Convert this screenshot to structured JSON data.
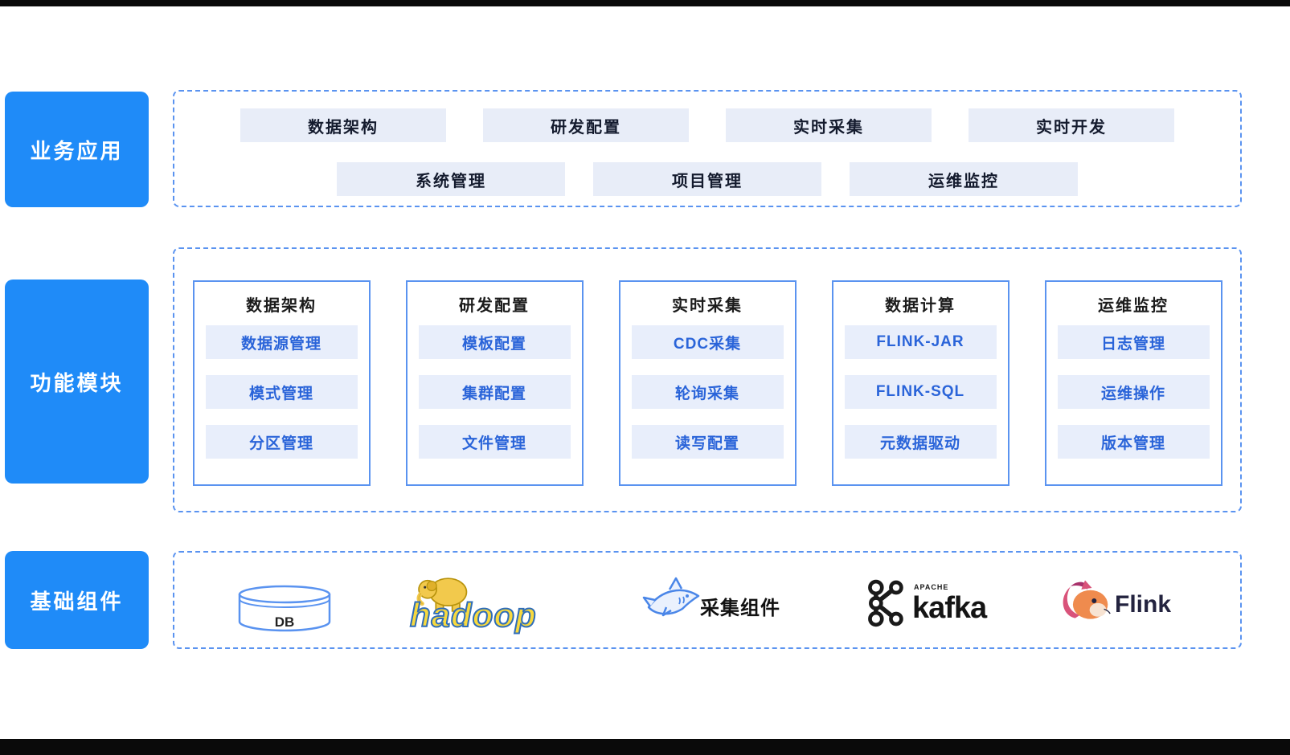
{
  "business": {
    "label": "业务应用",
    "row1": [
      "数据架构",
      "研发配置",
      "实时采集",
      "实时开发"
    ],
    "row2": [
      "系统管理",
      "项目管理",
      "运维监控"
    ]
  },
  "modules": {
    "label": "功能模块",
    "columns": [
      {
        "title": "数据架构",
        "items": [
          "数据源管理",
          "模式管理",
          "分区管理"
        ]
      },
      {
        "title": "研发配置",
        "items": [
          "模板配置",
          "集群配置",
          "文件管理"
        ]
      },
      {
        "title": "实时采集",
        "items": [
          "CDC采集",
          "轮询采集",
          "读写配置"
        ]
      },
      {
        "title": "数据计算",
        "items": [
          "FLINK-JAR",
          "FLINK-SQL",
          "元数据驱动"
        ]
      },
      {
        "title": "运维监控",
        "items": [
          "日志管理",
          "运维操作",
          "版本管理"
        ]
      }
    ]
  },
  "components": {
    "label": "基础组件",
    "db_label": "DB",
    "hadoop_label": "hadoop",
    "collector_label": "采集组件",
    "kafka_apache": "APACHE",
    "kafka_label": "kafka",
    "flink_label": "Flink"
  },
  "colors": {
    "accent_blue": "#1f8bf8",
    "dashed_border": "#5a93f0",
    "button_bg": "#e8edf8",
    "item_bg": "#e8eefb",
    "item_text": "#2a64d9",
    "hadoop_yellow": "#f8d93e",
    "flink_pink": "#d9537a",
    "flink_orange": "#ef8b4e"
  }
}
